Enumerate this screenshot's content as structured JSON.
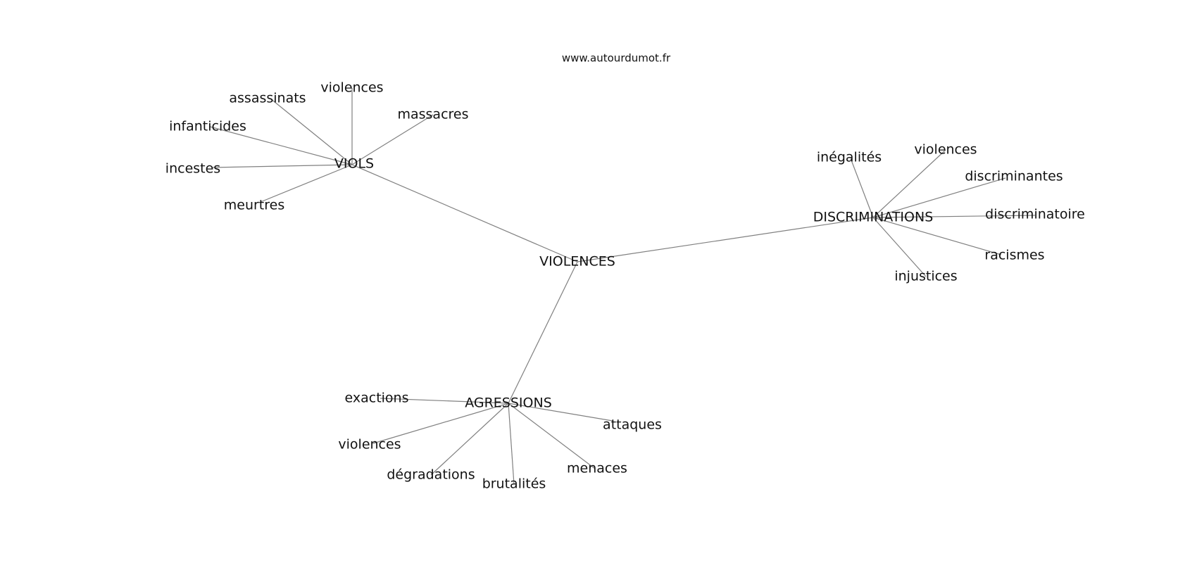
{
  "site": "www.autourdumot.fr",
  "graph": {
    "center": "VIOLENCES",
    "clusters": [
      {
        "hub": "VIOLS",
        "leaves": [
          "assassinats",
          "violences",
          "massacres",
          "infanticides",
          "incestes",
          "meurtres"
        ]
      },
      {
        "hub": "DISCRIMINATIONS",
        "leaves": [
          "inégalités",
          "violences",
          "discriminantes",
          "discriminatoire",
          "racismes",
          "injustices"
        ]
      },
      {
        "hub": "AGRESSIONS",
        "leaves": [
          "exactions",
          "violences",
          "dégradations",
          "brutalités",
          "menaces",
          "attaques"
        ]
      }
    ]
  },
  "colors": {
    "edge": "#808080",
    "text": "#111111",
    "background": "#ffffff"
  }
}
